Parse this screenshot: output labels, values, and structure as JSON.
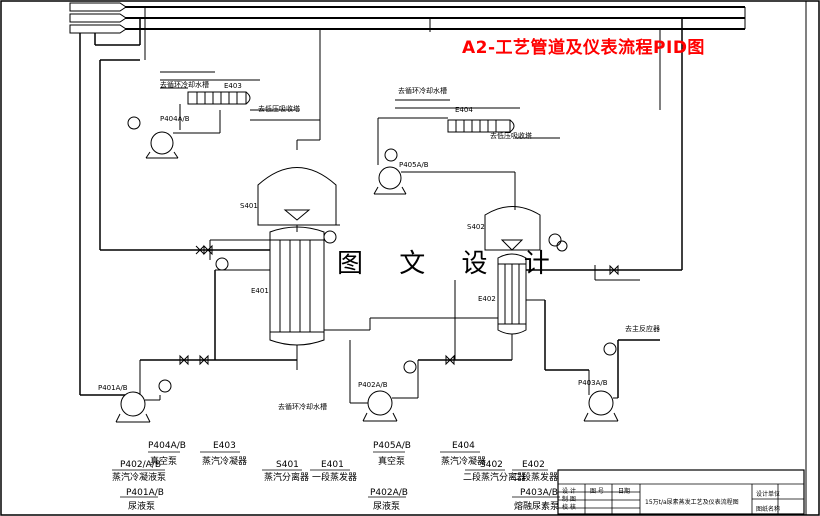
{
  "title": "A2-工艺管道及仪表流程PID图",
  "watermark": "图 文 设 计",
  "equipment_tags": {
    "e403": "E403",
    "e404": "E404",
    "s401": "S401",
    "s402": "S402",
    "e401": "E401",
    "e402": "E402",
    "p404": "P404A/B",
    "p405": "P405A/B",
    "p401": "P401A/B",
    "p402": "P402A/B",
    "p403": "P403A/B"
  },
  "stream_labels": {
    "to_cooling_water": "去循环冷却水槽",
    "to_low_pressure_absorber": "去低压吸收塔",
    "to_cooling_water_2": "去循环冷却水槽",
    "to_low_pressure_absorber_2": "去低压吸收塔",
    "to_cooling_water_3": "去循环冷却水槽",
    "to_main_process": "去主反应器"
  },
  "legend": [
    {
      "tag": "P404A/B",
      "name": "真空泵"
    },
    {
      "tag": "E403",
      "name": "蒸汽冷凝器"
    },
    {
      "tag": "P402/A/B",
      "name": "蒸汽冷凝液泵"
    },
    {
      "tag": "S401",
      "name": "蒸汽分离器"
    },
    {
      "tag": "E401",
      "name": "一段蒸发器"
    },
    {
      "tag": "P405A/B",
      "name": "真空泵"
    },
    {
      "tag": "E404",
      "name": "蒸汽冷凝器"
    },
    {
      "tag": "S402",
      "name": "二段蒸汽分离器"
    },
    {
      "tag": "E402",
      "name": "二段蒸发器"
    },
    {
      "tag": "P401A/B",
      "name": "尿液泵"
    },
    {
      "tag": "P402A/B",
      "name": "尿液泵"
    },
    {
      "tag": "P403A/B",
      "name": "熔融尿素泵"
    }
  ],
  "title_block": {
    "r1": [
      "设 计",
      "图 号",
      "日期"
    ],
    "r2": [
      "制 图",
      "",
      ""
    ],
    "r3": [
      "校 核",
      "",
      ""
    ],
    "center": "15万t/a尿素蒸发工艺及仪表流程图",
    "right1": "设计单位",
    "right2": "图纸名称"
  }
}
